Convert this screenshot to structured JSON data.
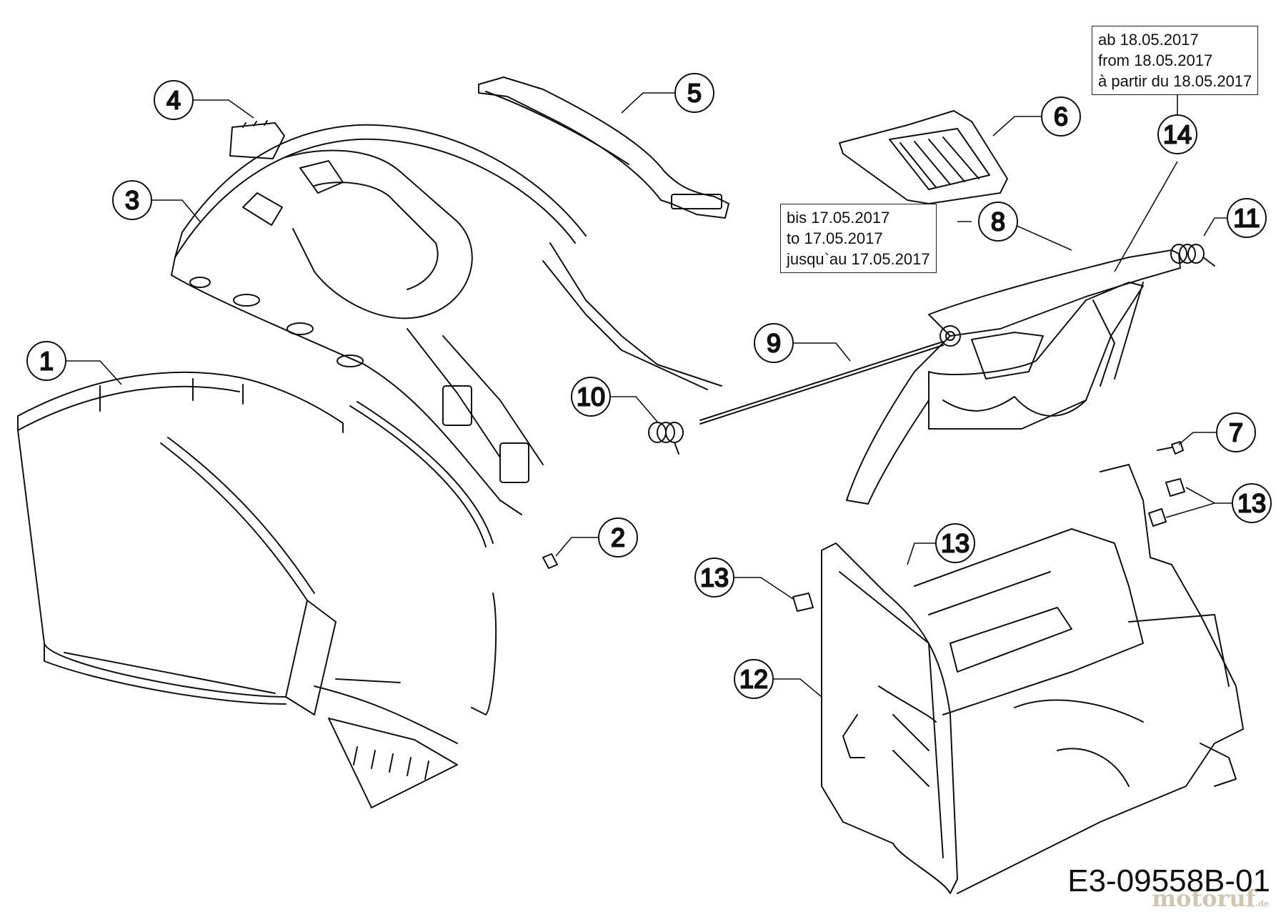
{
  "callouts": [
    {
      "id": "1",
      "label": "1"
    },
    {
      "id": "2",
      "label": "2"
    },
    {
      "id": "3",
      "label": "3"
    },
    {
      "id": "4",
      "label": "4"
    },
    {
      "id": "5",
      "label": "5"
    },
    {
      "id": "6",
      "label": "6"
    },
    {
      "id": "7",
      "label": "7"
    },
    {
      "id": "8",
      "label": "8"
    },
    {
      "id": "9",
      "label": "9"
    },
    {
      "id": "10",
      "label": "10"
    },
    {
      "id": "11",
      "label": "11"
    },
    {
      "id": "12",
      "label": "12"
    },
    {
      "id": "13a",
      "label": "13"
    },
    {
      "id": "13b",
      "label": "13"
    },
    {
      "id": "13c",
      "label": "13"
    },
    {
      "id": "14",
      "label": "14"
    }
  ],
  "notes": {
    "from": [
      "ab 18.05.2017",
      "from 18.05.2017",
      "à partir du 18.05.2017"
    ],
    "until": [
      "bis 17.05.2017",
      "to 17.05.2017",
      "jusqu`au 17.05.2017"
    ]
  },
  "drawing_code": "E3-09558B-01",
  "watermark": {
    "brand": "motoruf",
    "suffix": ".de"
  }
}
